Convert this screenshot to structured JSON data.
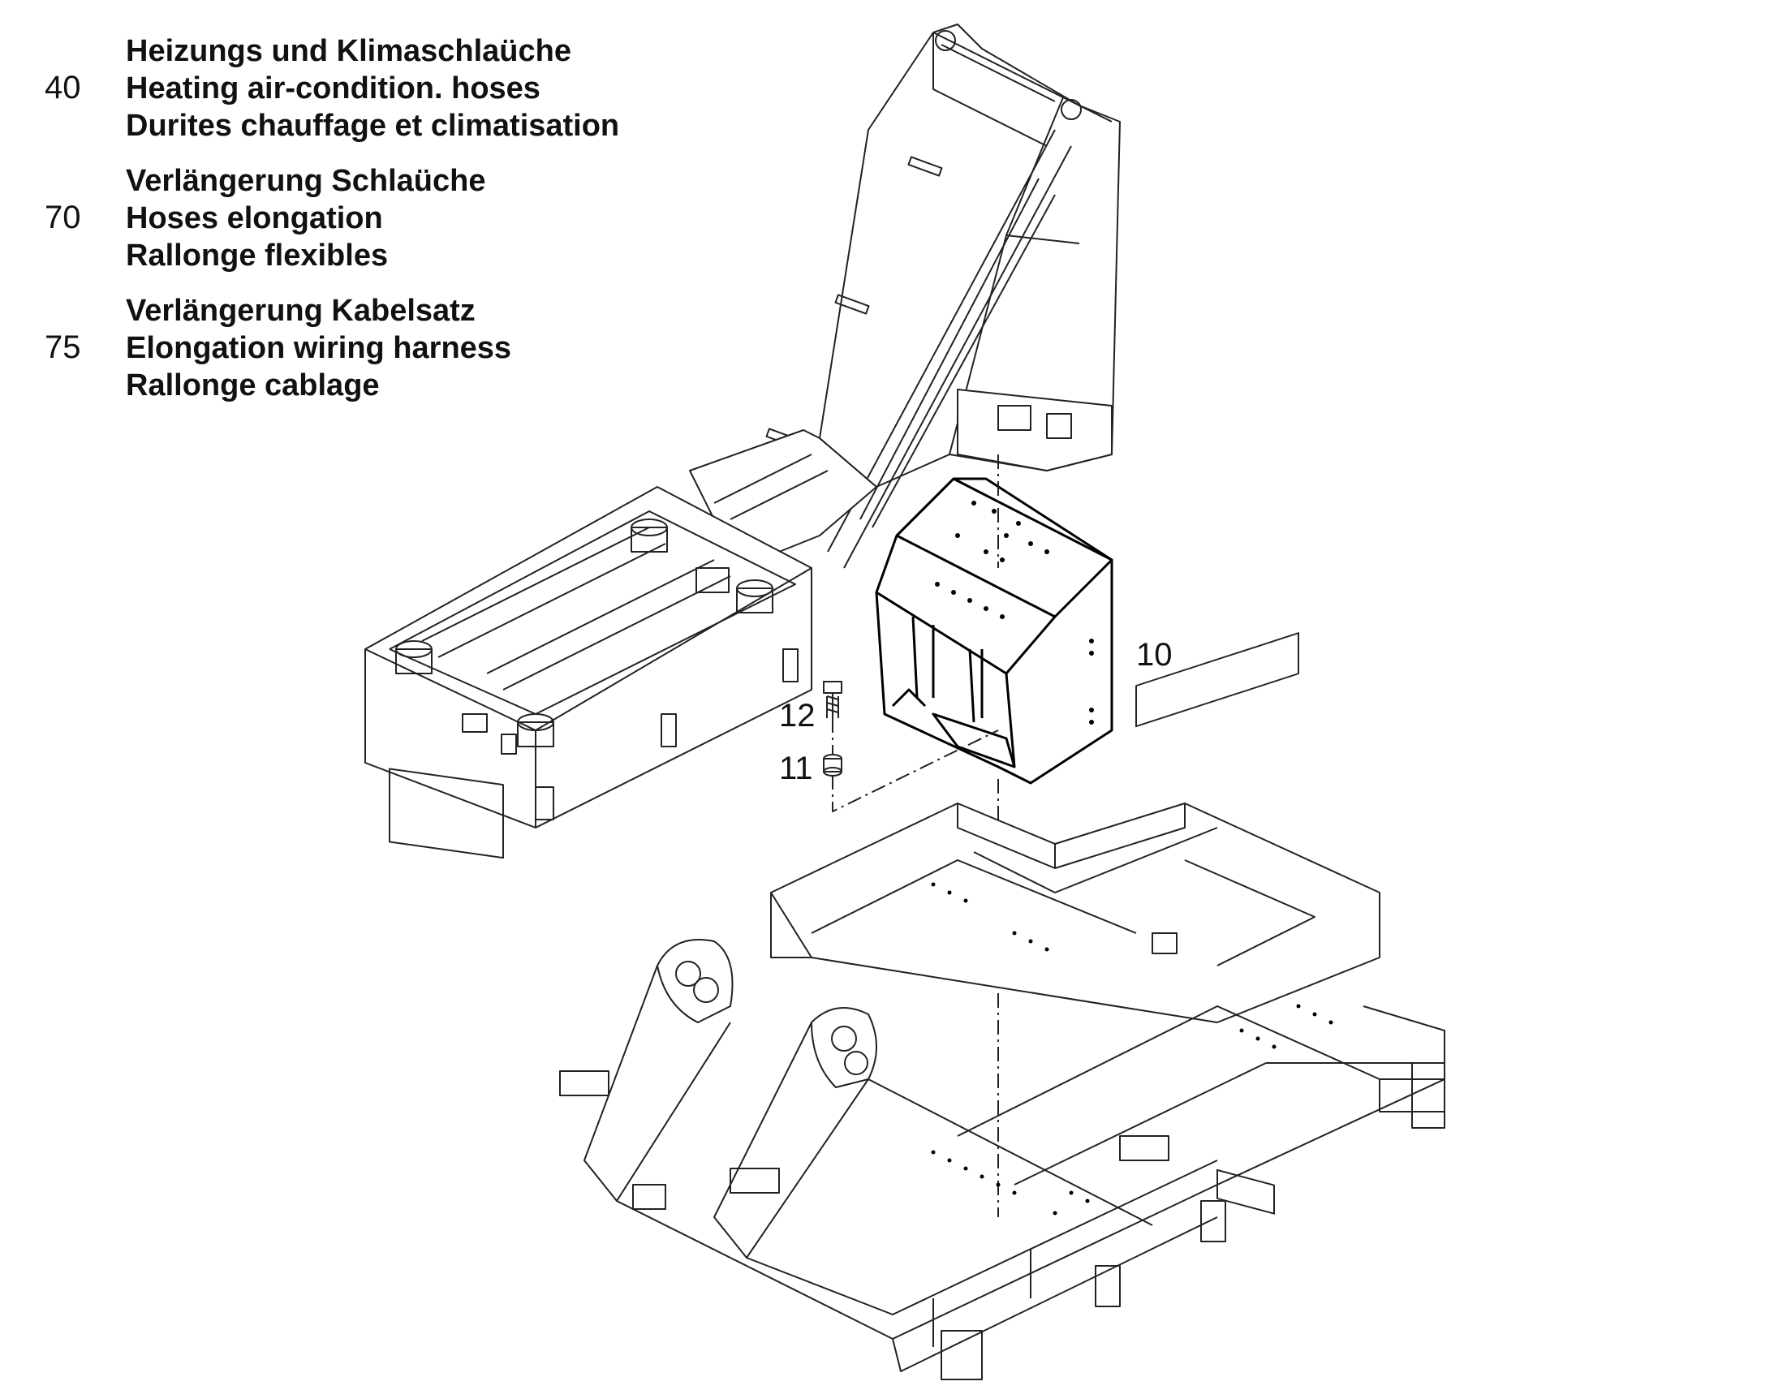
{
  "legend": [
    {
      "number": "40",
      "lines": [
        "Heizungs und Klimaschlaüche",
        "Heating air-condition. hoses",
        "Durites chauffage et climatisation"
      ]
    },
    {
      "number": "70",
      "lines": [
        "Verlängerung Schlaüche",
        "Hoses elongation",
        "Rallonge flexibles"
      ]
    },
    {
      "number": "75",
      "lines": [
        "Verlängerung Kabelsatz",
        "Elongation wiring harness",
        "Rallonge cablage"
      ]
    }
  ],
  "callouts": {
    "part_10": "10",
    "part_12": "12",
    "part_11": "11"
  }
}
